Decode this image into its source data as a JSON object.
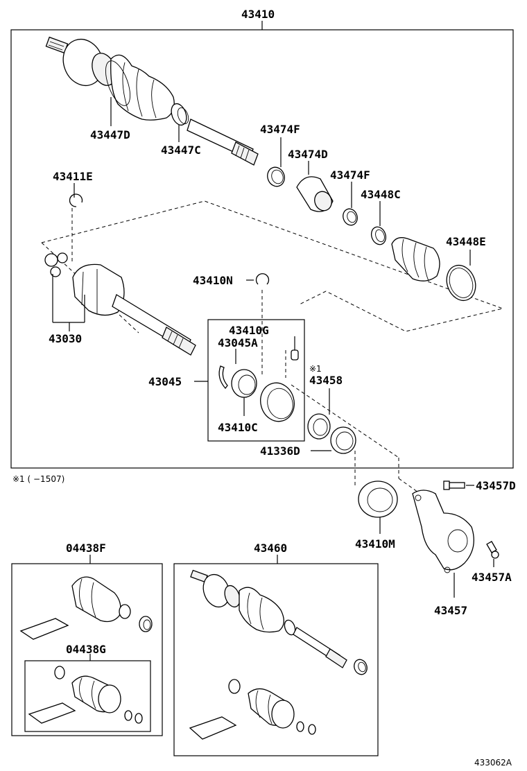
{
  "labels": {
    "l43410": "43410",
    "l43447D": "43447D",
    "l43447C": "43447C",
    "l43474F_a": "43474F",
    "l43474D": "43474D",
    "l43474F_b": "43474F",
    "l43448C": "43448C",
    "l43448E": "43448E",
    "l43411E": "43411E",
    "l43030": "43030",
    "l43410N": "43410N",
    "l43410G": "43410G",
    "l43045A": "43045A",
    "l43045": "43045",
    "l43410C": "43410C",
    "l43458_note": "※1",
    "l43458": "43458",
    "l41336D": "41336D",
    "l43457D": "43457D",
    "l43410M": "43410M",
    "l43457A": "43457A",
    "l43457": "43457",
    "l04438F": "04438F",
    "l04438G": "04438G",
    "l43460": "43460"
  },
  "footnote": "※1 (    −1507)",
  "drawing_code": "433062A",
  "icons": [
    "cv-joint-shaft-icon",
    "boot-icon",
    "clamp-icon",
    "bearing-icon",
    "knuckle-bracket-icon",
    "grease-pack-icon",
    "bolt-icon"
  ]
}
